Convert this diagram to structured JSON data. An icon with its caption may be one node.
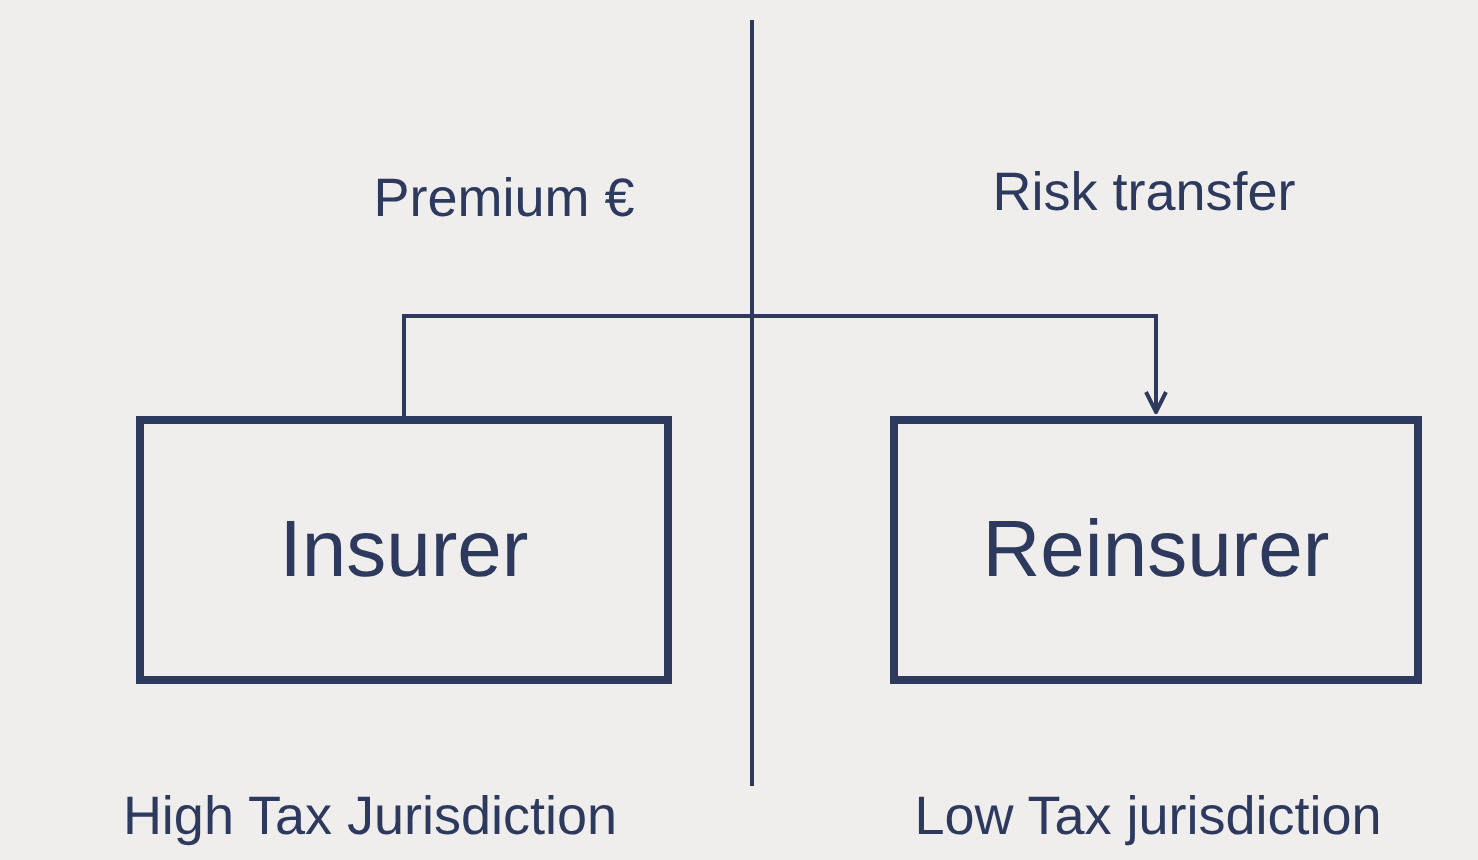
{
  "diagram": {
    "nodes": [
      {
        "text": [
          "Insurer"
        ]
      },
      {
        "text": [
          "Reinsurer"
        ]
      }
    ],
    "edges": [
      {
        "from": 0,
        "to": 1,
        "arrow": "to"
      }
    ],
    "labels": [
      "Premium €",
      "Risk transfer",
      "High Tax Jurisdiction",
      "Low Tax jurisdiction"
    ]
  }
}
